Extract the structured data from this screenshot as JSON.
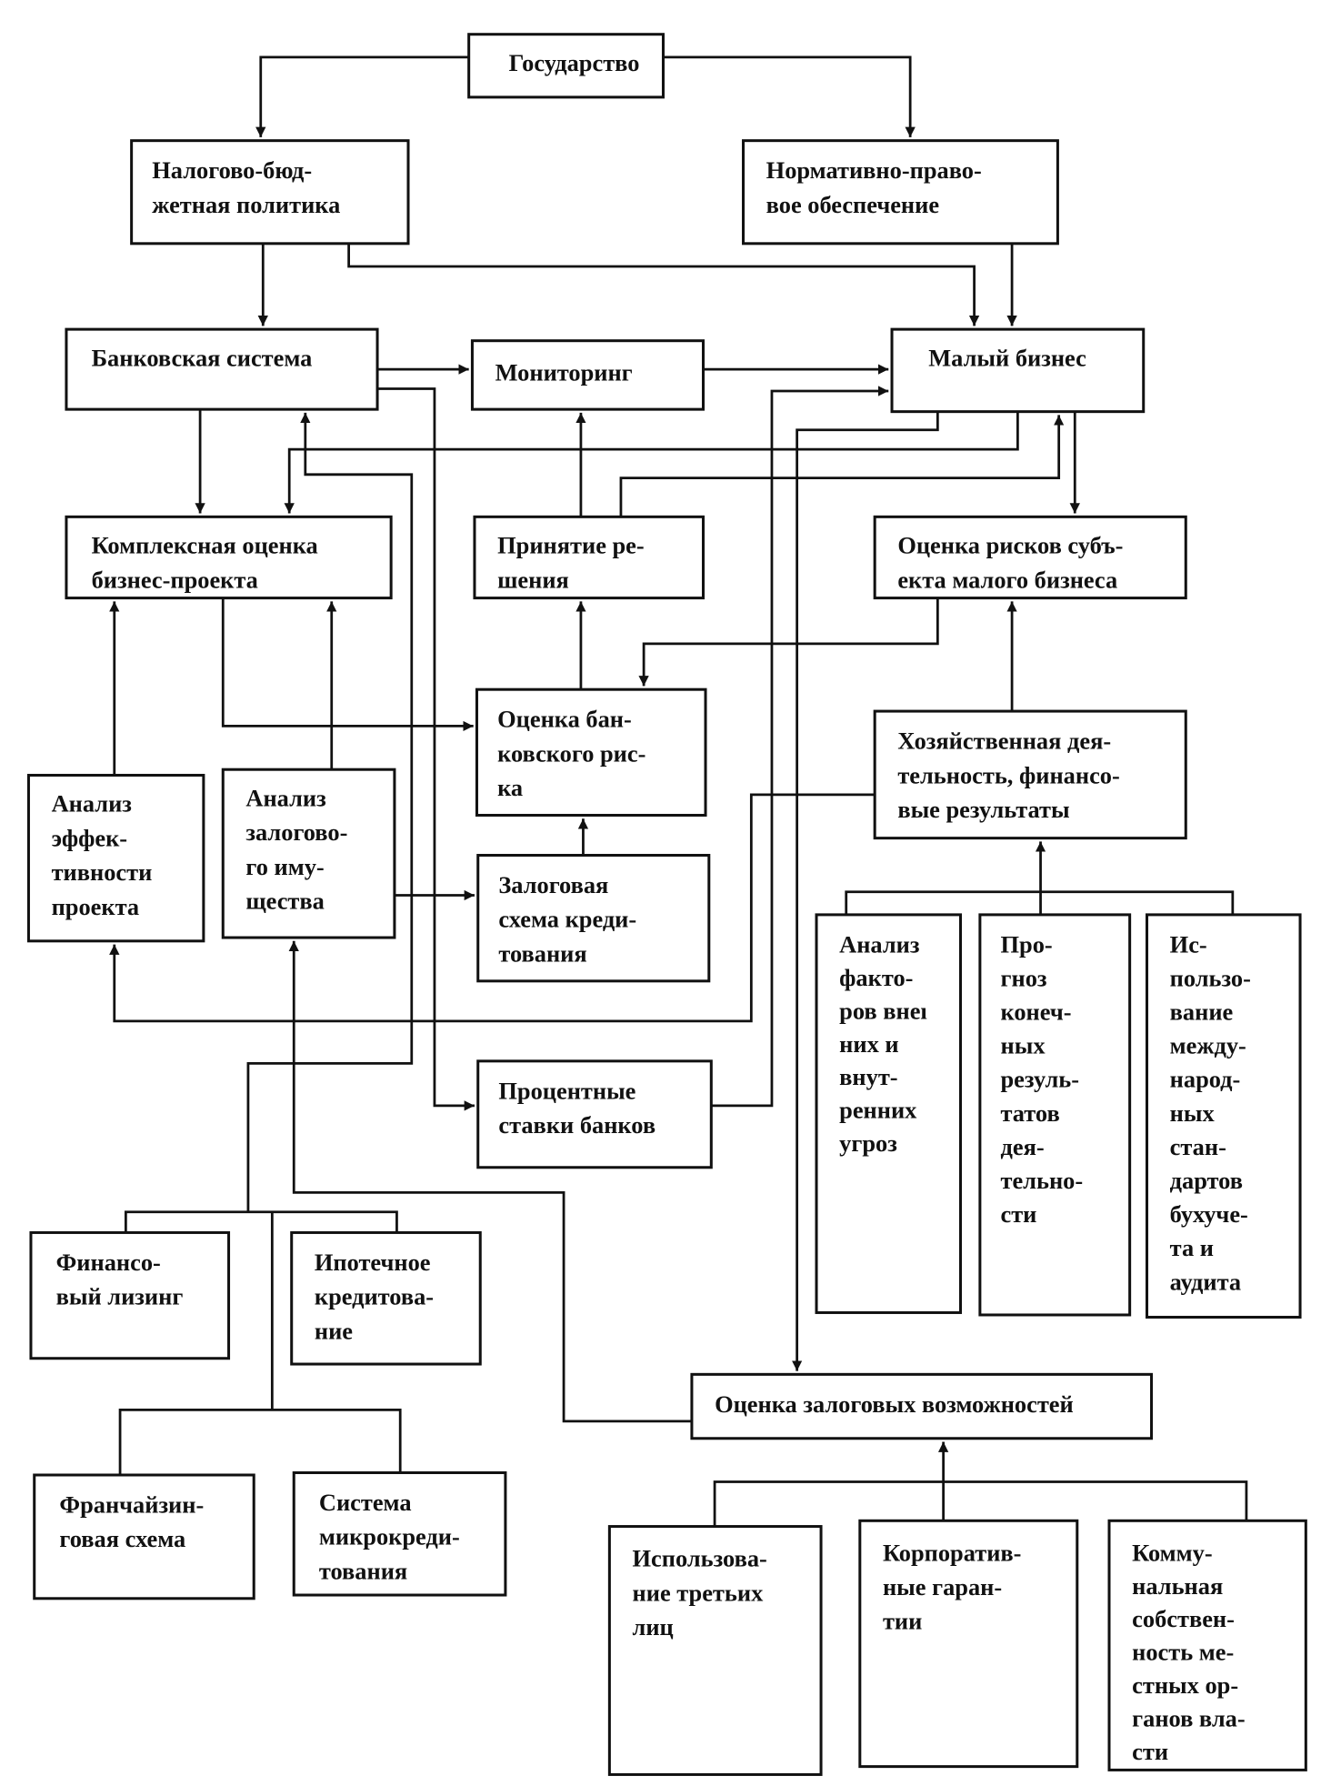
{
  "diagram": {
    "type": "flowchart",
    "colors": {
      "line": "#111111",
      "box_fill": "#ffffff",
      "text": "#111111"
    },
    "nodes": [
      {
        "id": "gosudarstvo",
        "lines": [
          "Государство"
        ]
      },
      {
        "id": "nalogovo",
        "lines": [
          "Налогово-бюд-",
          "жетная политика"
        ]
      },
      {
        "id": "normativno",
        "lines": [
          "Нормативно-право-",
          "вое обеспечение"
        ]
      },
      {
        "id": "bank_system",
        "lines": [
          "Банковская система"
        ]
      },
      {
        "id": "monitoring",
        "lines": [
          "Мониторинг"
        ]
      },
      {
        "id": "small_business",
        "lines": [
          "Малый бизнес"
        ]
      },
      {
        "id": "complex_eval",
        "lines": [
          "Комплексная оценка",
          "бизнес-проекта"
        ]
      },
      {
        "id": "decision",
        "lines": [
          "Принятие ре-",
          "шения"
        ]
      },
      {
        "id": "risk_subject",
        "lines": [
          "Оценка рисков субъ-",
          "екта малого бизнеса"
        ]
      },
      {
        "id": "bank_risk",
        "lines": [
          "Оценка бан-",
          "ковского рис-",
          "ка"
        ]
      },
      {
        "id": "economic_activity",
        "lines": [
          "Хозяйственная дея-",
          "тельность, финансо-",
          "вые результаты"
        ]
      },
      {
        "id": "efficiency",
        "lines": [
          "Анализ",
          "эффек-",
          "тивности",
          "проекта"
        ]
      },
      {
        "id": "collateral_property",
        "lines": [
          "Анализ",
          "залогово-",
          "го иму-",
          "щества"
        ]
      },
      {
        "id": "collateral_scheme",
        "lines": [
          "Залоговая",
          "схема креди-",
          "тования"
        ]
      },
      {
        "id": "interest_rates",
        "lines": [
          "Процентные",
          "ставки банков"
        ]
      },
      {
        "id": "threat_factors",
        "lines": [
          "Анализ",
          "факто-",
          "ров внеı",
          "них и",
          "внут-",
          "ренних",
          "угроз"
        ]
      },
      {
        "id": "forecast",
        "lines": [
          "Про-",
          "гноз",
          "конеч-",
          "ных",
          "резуль-",
          "татов",
          "дея-",
          "тельно-",
          "сти"
        ]
      },
      {
        "id": "standards",
        "lines": [
          "Ис-",
          "пользо-",
          "вание",
          "между-",
          "народ-",
          "ных",
          "стан-",
          "дартов",
          "бухуче-",
          "та и",
          "аудита"
        ]
      },
      {
        "id": "leasing",
        "lines": [
          "Финансо-",
          "вый лизинг"
        ]
      },
      {
        "id": "mortgage",
        "lines": [
          "Ипотечное",
          "кредитова-",
          "ние"
        ]
      },
      {
        "id": "franchise",
        "lines": [
          "Франчайзин-",
          "говая схема"
        ]
      },
      {
        "id": "microcredit",
        "lines": [
          "Система",
          "микрокреди-",
          "тования"
        ]
      },
      {
        "id": "collateral_capacity",
        "lines": [
          "Оценка залоговых возможностей"
        ]
      },
      {
        "id": "third_parties",
        "lines": [
          "Использова-",
          "ние третьих",
          "лиц"
        ]
      },
      {
        "id": "corporate_guarantees",
        "lines": [
          "Корпоратив-",
          "ные гаран-",
          "тии"
        ]
      },
      {
        "id": "municipal_property",
        "lines": [
          "Комму-",
          "нальная",
          "собствен-",
          "ность ме-",
          "стных ор-",
          "ганов вла-",
          "сти"
        ]
      }
    ],
    "edges": [
      {
        "from": "gosudarstvo",
        "to": "nalogovo"
      },
      {
        "from": "gosudarstvo",
        "to": "normativno"
      },
      {
        "from": "nalogovo",
        "to": "bank_system"
      },
      {
        "from": "nalogovo",
        "to": "small_business"
      },
      {
        "from": "normativno",
        "to": "small_business"
      },
      {
        "from": "bank_system",
        "to": "monitoring"
      },
      {
        "from": "monitoring",
        "to": "small_business"
      },
      {
        "from": "bank_system",
        "to": "complex_eval"
      },
      {
        "from": "small_business",
        "to": "complex_eval"
      },
      {
        "from": "small_business",
        "to": "risk_subject"
      },
      {
        "from": "decision",
        "to": "monitoring"
      },
      {
        "from": "decision",
        "to": "small_business"
      },
      {
        "from": "bank_risk",
        "to": "decision"
      },
      {
        "from": "risk_subject",
        "to": "bank_risk"
      },
      {
        "from": "complex_eval",
        "to": "bank_risk"
      },
      {
        "from": "collateral_scheme",
        "to": "bank_risk"
      },
      {
        "from": "economic_activity",
        "to": "risk_subject"
      },
      {
        "from": "efficiency",
        "to": "complex_eval"
      },
      {
        "from": "collateral_property",
        "to": "complex_eval"
      },
      {
        "from": "collateral_property",
        "to": "collateral_scheme"
      },
      {
        "from": "economic_activity",
        "to": "efficiency"
      },
      {
        "from": "bank_system",
        "to": "interest_rates"
      },
      {
        "from": "interest_rates",
        "to": "small_business"
      },
      {
        "from": "small_business",
        "to": "collateral_capacity"
      },
      {
        "from": "collateral_capacity",
        "to": "collateral_property"
      },
      {
        "from": "threat_factors",
        "to": "economic_activity"
      },
      {
        "from": "forecast",
        "to": "economic_activity"
      },
      {
        "from": "standards",
        "to": "economic_activity"
      },
      {
        "from": "leasing",
        "to": "bank_system"
      },
      {
        "from": "mortgage",
        "to": "bank_system"
      },
      {
        "from": "franchise",
        "to": "bank_system"
      },
      {
        "from": "microcredit",
        "to": "bank_system"
      },
      {
        "from": "third_parties",
        "to": "collateral_capacity"
      },
      {
        "from": "corporate_guarantees",
        "to": "collateral_capacity"
      },
      {
        "from": "municipal_property",
        "to": "collateral_capacity"
      }
    ]
  }
}
